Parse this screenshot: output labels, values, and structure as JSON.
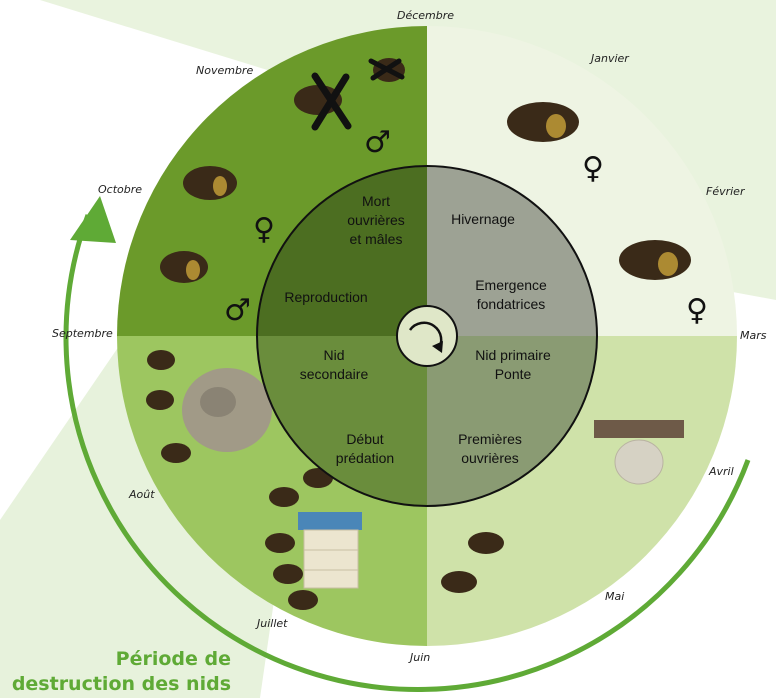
{
  "colors": {
    "q_winter": "#eef4e3",
    "q_autumn": "#6b9a2a",
    "q_summer": "#9dc660",
    "q_spring": "#cfe2a9",
    "inner_top_left": "#4c6e21",
    "inner_top_right": "#9da294",
    "inner_bottom_left": "#6a8d3c",
    "inner_bottom_right": "#8a9b73",
    "arrow": "#5faa36",
    "background_shape": "#e7f2dc"
  },
  "months": {
    "decembre": "Décembre",
    "janvier": "Janvier",
    "fevrier": "Février",
    "mars": "Mars",
    "avril": "Avril",
    "mai": "Mai",
    "juin": "Juin",
    "juillet": "Juillet",
    "aout": "Août",
    "septembre": "Septembre",
    "octobre": "Octobre",
    "novembre": "Novembre"
  },
  "stages": {
    "mort": "Mort\nouvrières\net mâles",
    "hivernage": "Hivernage",
    "emergence": "Emergence\nfondatrices",
    "reproduction": "Reproduction",
    "nid_secondaire": "Nid\nsecondaire",
    "nid_primaire": "Nid primaire\nPonte",
    "debut_predation": "Début\nprédation",
    "premieres_ouvrieres": "Premières\nouvrières"
  },
  "symbols": {
    "female": "♀",
    "male": "♂"
  },
  "period_label": {
    "line1": "Période de",
    "line2": "destruction des nids"
  }
}
